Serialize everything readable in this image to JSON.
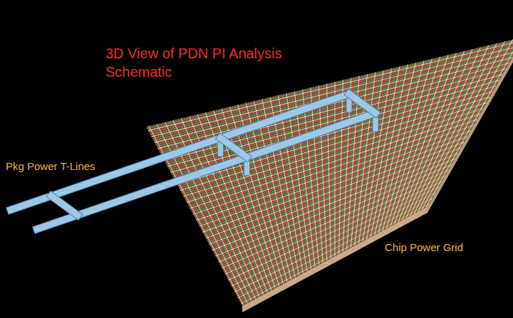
{
  "diagram": {
    "title": "3D View of PDN PI Analysis Schematic",
    "labels": [
      "Pkg Power T-Lines",
      "Chip Power Grid"
    ]
  }
}
